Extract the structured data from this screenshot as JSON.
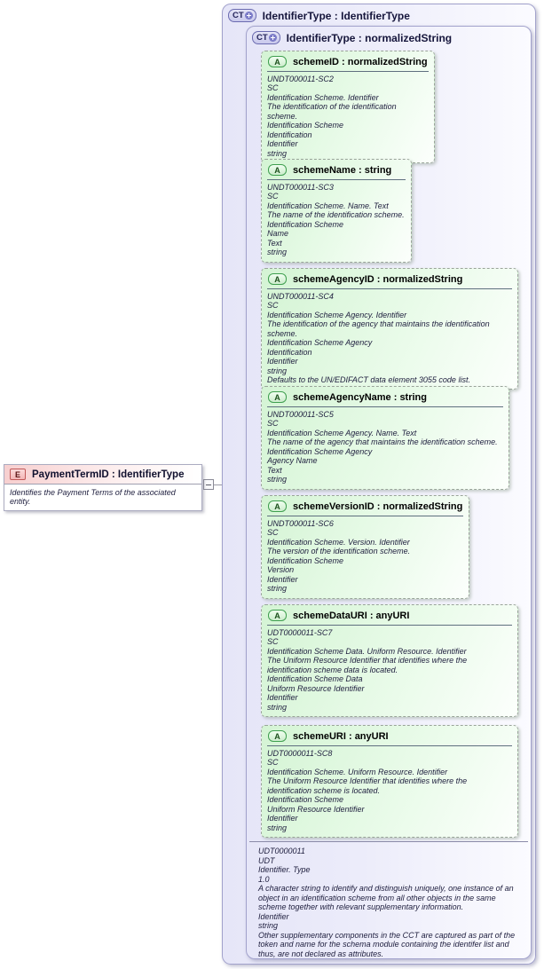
{
  "diagram": {
    "outer_type": {
      "badge": "CT",
      "title": "IdentifierType : IdentifierType"
    },
    "inner_type": {
      "badge": "CT",
      "title": "IdentifierType : normalizedString"
    },
    "element": {
      "badge": "E",
      "title": "PaymentTermID : IdentifierType",
      "description": "Identifies the Payment Terms of the associated entity."
    },
    "attributes": [
      {
        "badge": "A",
        "title": "schemeID : normalizedString",
        "lines": [
          "UNDT000011-SC2",
          "SC",
          "Identification Scheme. Identifier",
          "The identification of the identification scheme.",
          "Identification Scheme",
          "Identification",
          "Identifier",
          "string"
        ]
      },
      {
        "badge": "A",
        "title": "schemeName : string",
        "lines": [
          "UNDT000011-SC3",
          "SC",
          "Identification Scheme. Name. Text",
          "The name of the identification scheme.",
          "Identification Scheme",
          "Name",
          "Text",
          "string"
        ]
      },
      {
        "badge": "A",
        "title": "schemeAgencyID : normalizedString",
        "lines": [
          "UNDT000011-SC4",
          "SC",
          "Identification Scheme Agency. Identifier",
          "The identification of the agency that maintains the identification scheme.",
          "Identification Scheme Agency",
          "Identification",
          "Identifier",
          "string",
          "Defaults to the UN/EDIFACT data element 3055 code list."
        ]
      },
      {
        "badge": "A",
        "title": "schemeAgencyName : string",
        "lines": [
          "UNDT000011-SC5",
          "SC",
          "Identification Scheme Agency. Name. Text",
          "The name of the agency that maintains the identification scheme.",
          "Identification Scheme Agency",
          "Agency Name",
          "Text",
          "string"
        ]
      },
      {
        "badge": "A",
        "title": "schemeVersionID : normalizedString",
        "lines": [
          "UNDT000011-SC6",
          "SC",
          "Identification Scheme. Version. Identifier",
          "The version of the identification scheme.",
          "Identification Scheme",
          "Version",
          "Identifier",
          "string"
        ]
      },
      {
        "badge": "A",
        "title": "schemeDataURI : anyURI",
        "lines": [
          "UDT0000011-SC7",
          "SC",
          "Identification Scheme Data. Uniform Resource. Identifier",
          "The Uniform Resource Identifier that identifies where the identification scheme data is located.",
          "Identification Scheme Data",
          "Uniform Resource Identifier",
          "Identifier",
          "string"
        ]
      },
      {
        "badge": "A",
        "title": "schemeURI : anyURI",
        "lines": [
          "UDT0000011-SC8",
          "SC",
          "Identification Scheme. Uniform Resource. Identifier",
          "The Uniform Resource Identifier that identifies where the identification scheme is located.",
          "Identification Scheme",
          "Uniform Resource Identifier",
          "Identifier",
          "string"
        ]
      }
    ],
    "footnote_lines": [
      "UDT0000011",
      "UDT",
      "Identifier. Type",
      "1.0",
      "A character string to identify and distinguish uniquely, one instance of an object in an identification scheme from all other objects in the same scheme together with relevant supplementary information.",
      "Identifier",
      "string",
      "Other supplementary components in the CCT are captured as part of the token and name for the schema module containing the identifer list and thus, are not declared as attributes."
    ],
    "colors": {
      "container_fill": "#e6e6f8",
      "container_border": "#a2a2cc",
      "attribute_fill": "#d4f4d4",
      "element_header_fill": "#f7cfcf",
      "connector": "#9a9aa6"
    }
  }
}
